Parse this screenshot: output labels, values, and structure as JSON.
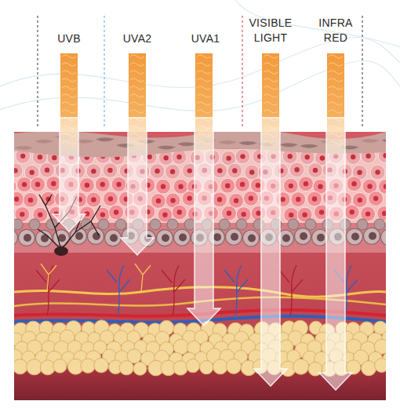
{
  "diagram": {
    "labels": [
      "UVB",
      "UVA2",
      "UVA1",
      "VISIBLE LIGHT",
      "INFRA RED"
    ]
  }
}
